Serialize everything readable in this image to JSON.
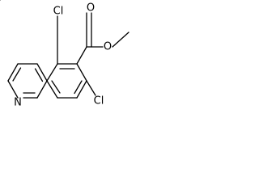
{
  "molecule": {
    "atoms": {
      "chloro_top": "Cl",
      "chloro_bottom": "Cl",
      "ring_nitrogen": "N",
      "carbonyl_oxygen": "O",
      "ester_oxygen": "O"
    }
  }
}
